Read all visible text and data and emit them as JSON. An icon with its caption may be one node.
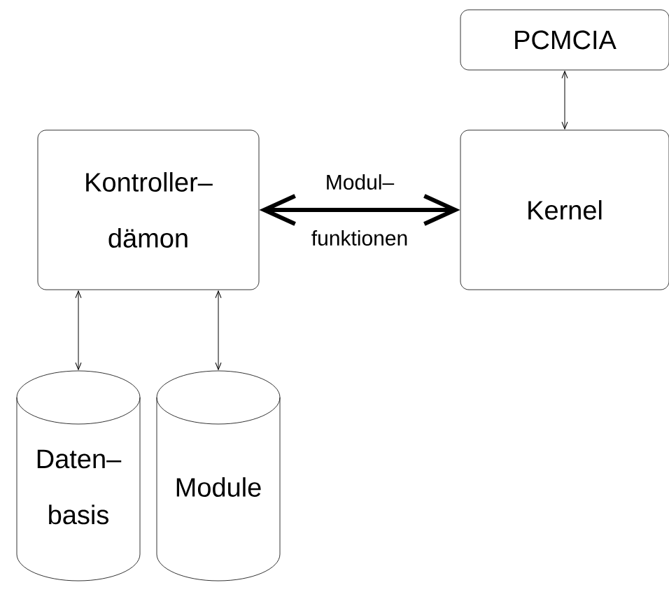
{
  "diagram": {
    "nodes": [
      {
        "text": [
          "PCMCIA"
        ]
      },
      {
        "text": [
          "Kontroller– dämon"
        ]
      },
      {
        "text": [
          "Kernel"
        ]
      },
      {
        "text": [
          "Daten– basis"
        ]
      },
      {
        "text": [
          "Module"
        ]
      }
    ],
    "edges": [
      {
        "from": 2,
        "to": 0,
        "arrow": "both"
      },
      {
        "from": 1,
        "to": 2,
        "arrow": "both",
        "style": "thick",
        "label": "Modul– funktionen"
      },
      {
        "from": 1,
        "to": 3,
        "arrow": "both"
      },
      {
        "from": 1,
        "to": 4,
        "arrow": "both"
      }
    ]
  }
}
